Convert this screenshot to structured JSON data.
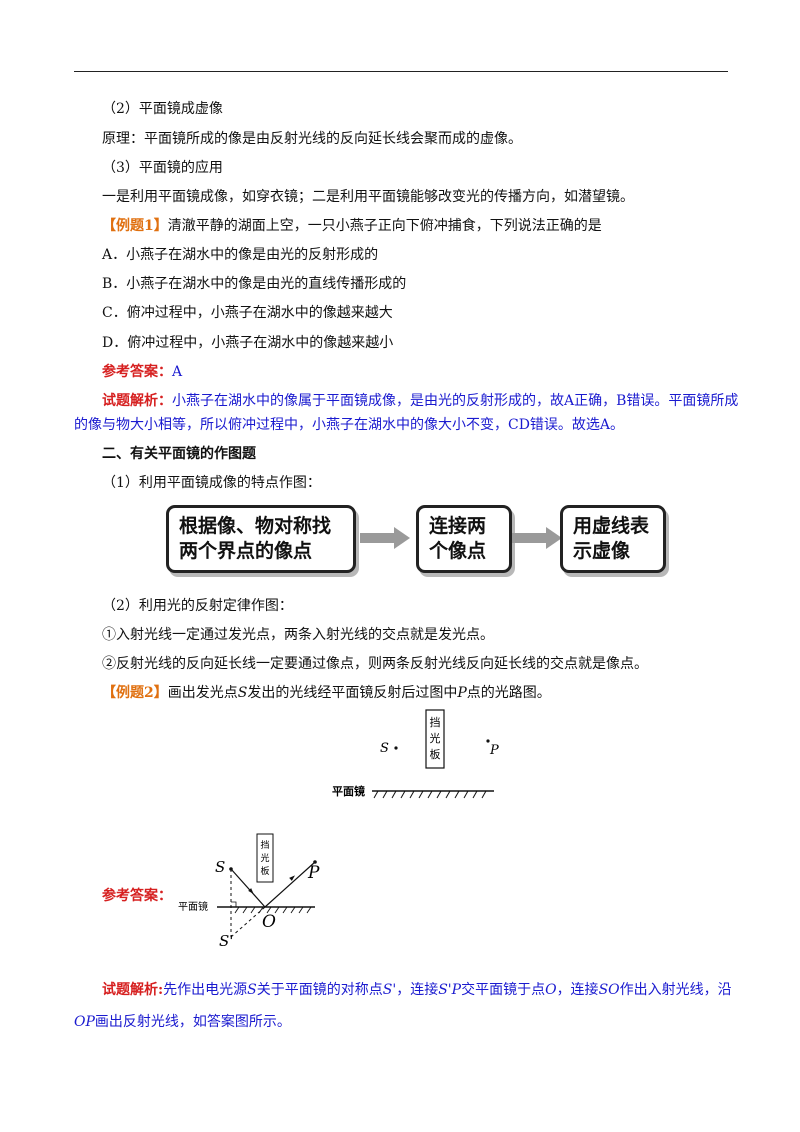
{
  "p1": "（2）平面镜成虚像",
  "p2": "原理：平面镜所成的像是由反射光线的反向延长线会聚而成的虚像。",
  "p3": "（3）平面镜的应用",
  "p4": "一是利用平面镜成像，如穿衣镜；二是利用平面镜能够改变光的传播方向，如潜望镜。",
  "ex1": {
    "tag": "【例题1】",
    "stem": "清澈平静的湖面上空，一只小燕子正向下俯冲捕食，下列说法正确的是",
    "options": [
      "A．小燕子在湖水中的像是由光的反射形成的",
      "B．小燕子在湖水中的像是由光的直线传播形成的",
      "C．俯冲过程中，小燕子在湖水中的像越来越大",
      "D．俯冲过程中，小燕子在湖水中的像越来越小"
    ],
    "answer_label": "参考答案：",
    "answer": "A",
    "analysis_label": "试题解析：",
    "analysis_1": "小燕子在湖水中的像属于平面镜成像，是由光的反射形成的，故A正确，B错误。平面镜所成",
    "analysis_2": "的像与物大小相等，所以俯冲过程中，小燕子在湖水中的像大小不变，CD错误。故选A。"
  },
  "section2": "二、有关平面镜的作图题",
  "s2_p1": "（1）利用平面镜成像的特点作图：",
  "flow": [
    {
      "l1": "根据像、物对称找",
      "l2": "两个界点的像点"
    },
    {
      "l1": "连接两",
      "l2": "个像点"
    },
    {
      "l1": "用虚线表",
      "l2": "示虚像"
    }
  ],
  "s2_p2": "（2）利用光的反射定律作图：",
  "rule1": "①入射光线一定通过发光点，两条入射光线的交点就是发光点。",
  "rule2": "②反射光线的反向延长线一定要通过像点，则两条反射光线反向延长线的交点就是像点。",
  "ex2": {
    "tag": "【例题2】",
    "stem_a": "画出发光点",
    "S": "S",
    "stem_b": "发出的光线经平面镜反射后过图中",
    "P": "P",
    "stem_c": "点的光路图。",
    "answer_label": "参考答案：",
    "analysis_label": "试题解析:",
    "an_a": "先作出电光源",
    "an_S": "S",
    "an_b": "关于平面镜的对称点",
    "an_S1": "S'",
    "an_c": "，连接",
    "an_SP": "S'P",
    "an_d": "交平面镜于点",
    "an_O": "O",
    "an_e": "，连接",
    "an_SO": "SO",
    "an_f": "作出入射光线，沿",
    "an_OP": "OP",
    "an_g": "画出反射光线，如答案图所示。"
  },
  "fig1": {
    "baffle": [
      "挡",
      "光",
      "板"
    ],
    "S": "S",
    "P": "P",
    "mirror": "平面镜"
  },
  "fig2": {
    "baffle": [
      "挡",
      "光",
      "板"
    ],
    "S": "S",
    "S1": "S'",
    "P": "P",
    "O": "O",
    "mirror": "平面镜"
  }
}
